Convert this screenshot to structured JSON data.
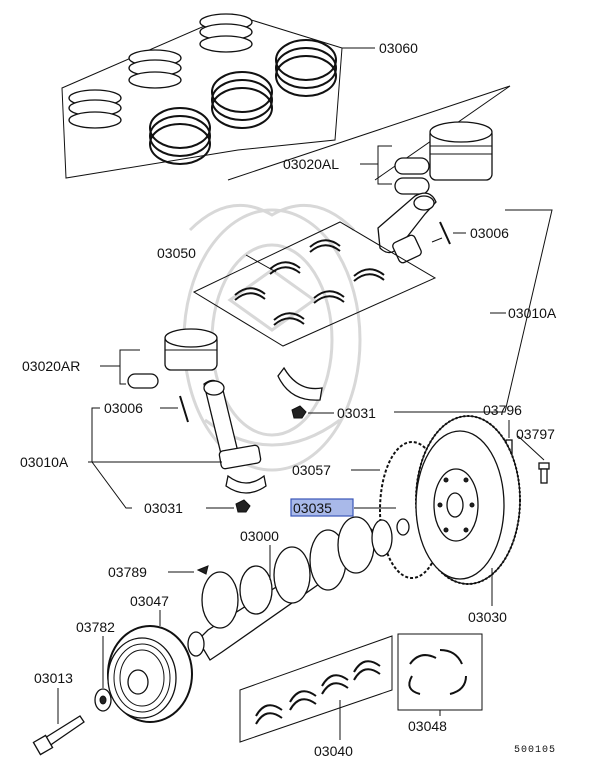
{
  "diagram": {
    "labels": {
      "rings": "03060",
      "piston_left": "03020AL",
      "rod_bolt_top": "03006",
      "rod_bearings": "03050",
      "rod_assy_right": "03010A",
      "piston_right": "03020AR",
      "rod_bolt_left": "03006",
      "rod_nut_top": "03031",
      "rod_assy_left": "03010A",
      "plate": "03057",
      "bolt_03796": "03796",
      "bolt_03797": "03797",
      "spacer_highlighted": "03035",
      "rod_nut_left": "03031",
      "crankshaft": "03000",
      "key": "03789",
      "pulley": "03047",
      "flywheel": "03030",
      "washer": "03782",
      "bolt_03013": "03013",
      "main_bearings": "03040",
      "thrust_bearings": "03048"
    },
    "reference": "500105",
    "highlight_color": "#a9b9e9"
  }
}
